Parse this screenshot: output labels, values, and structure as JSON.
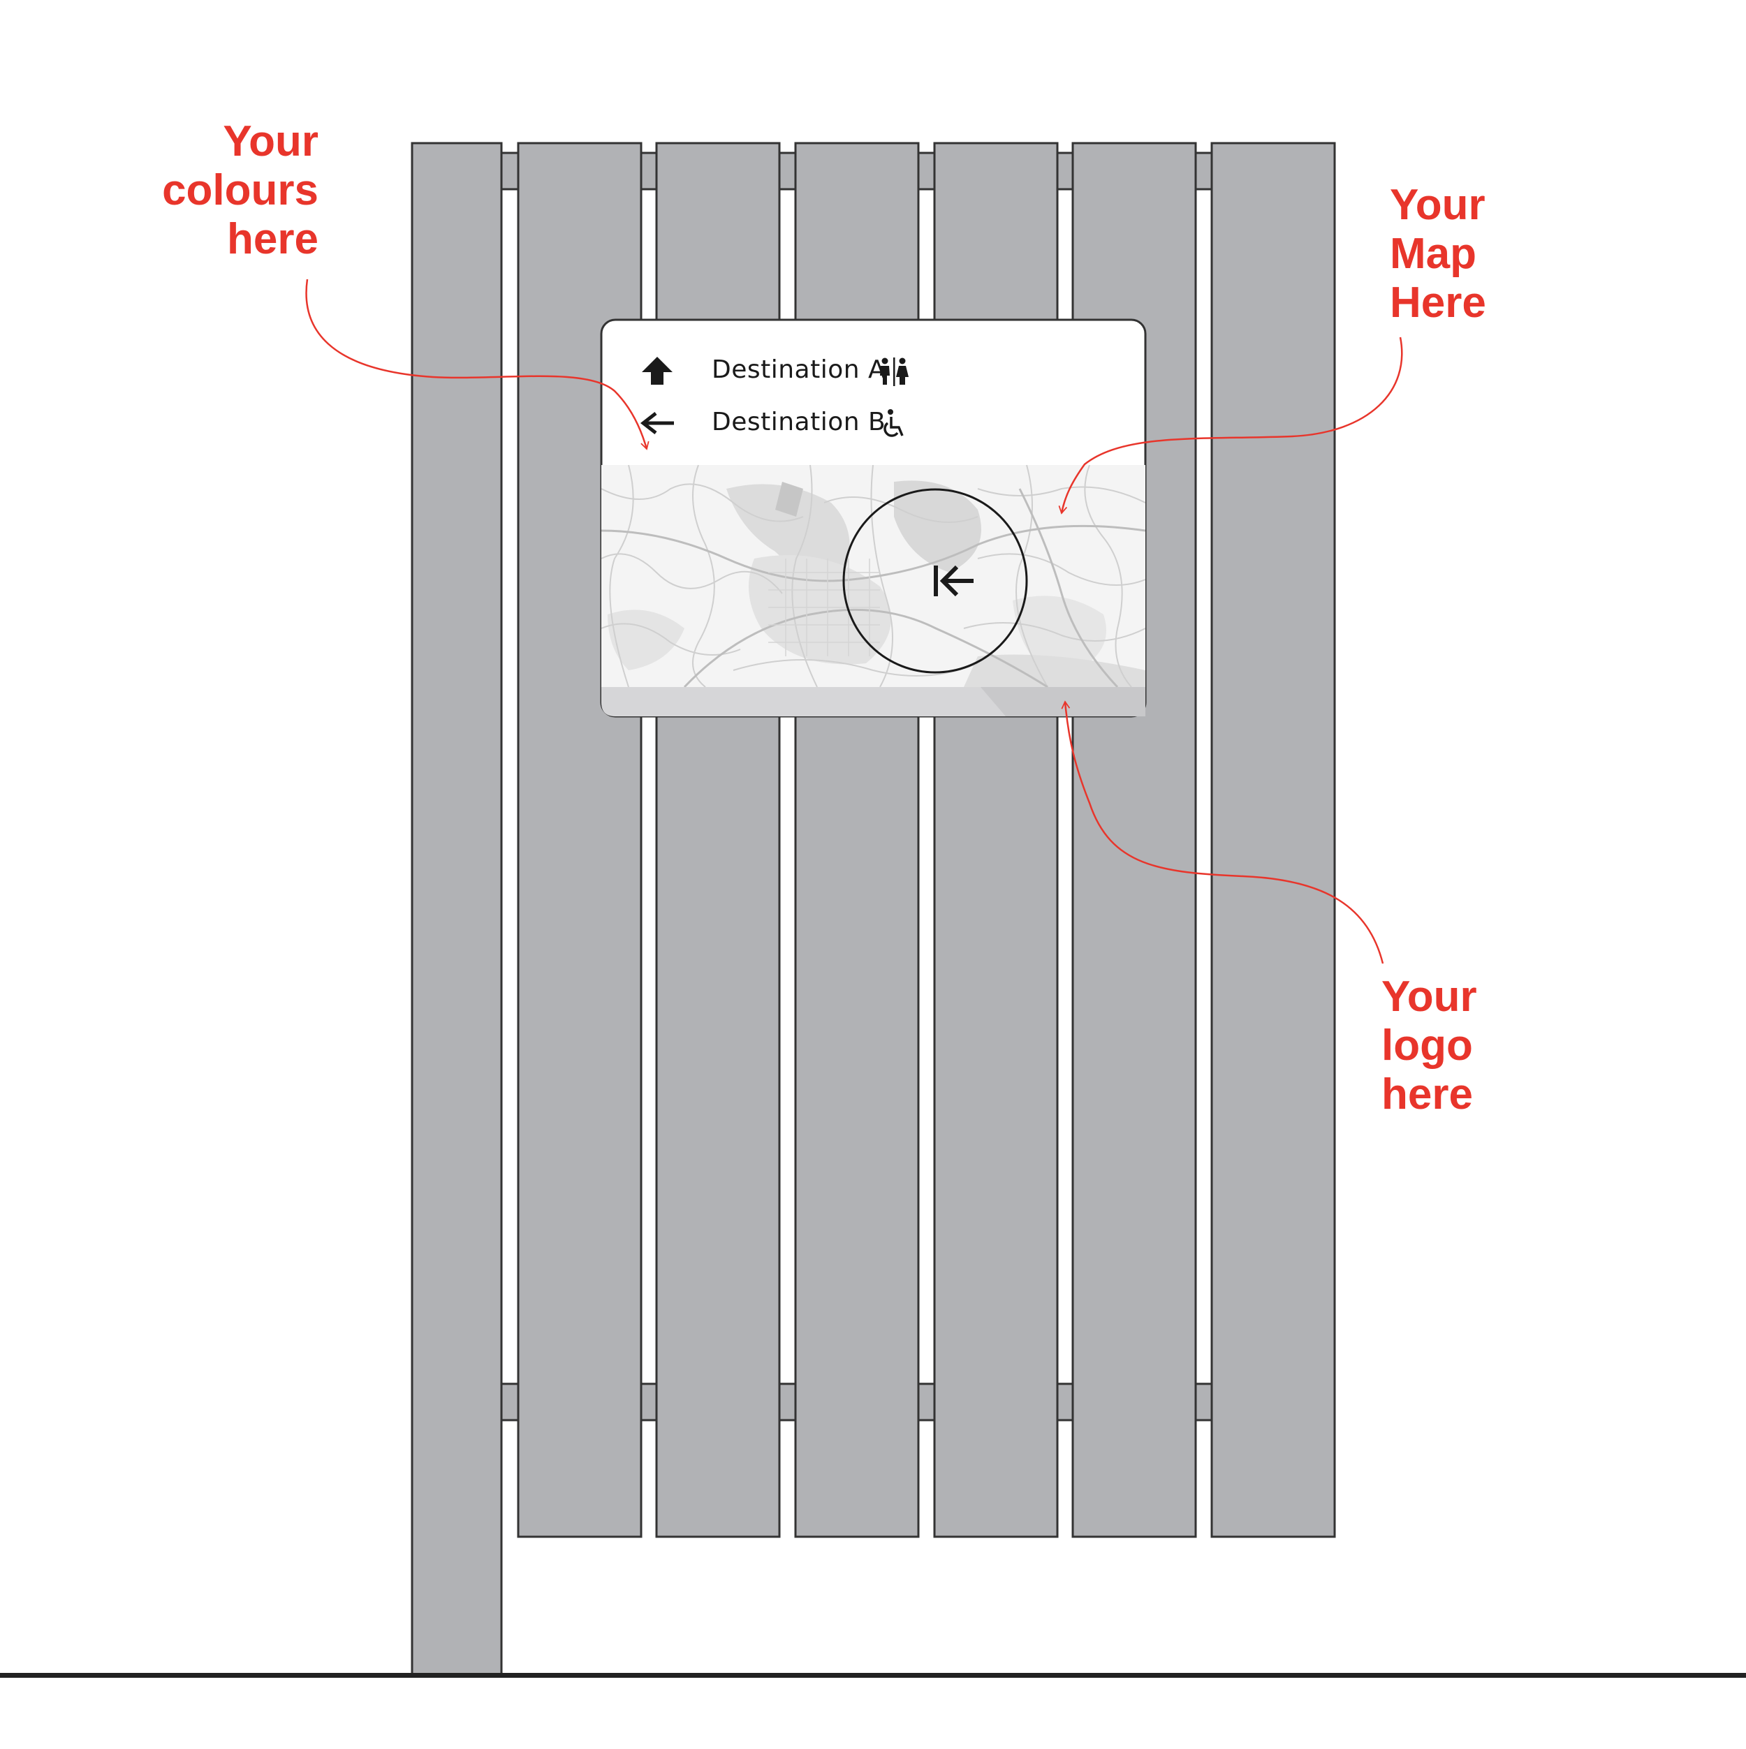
{
  "colors": {
    "accent": "#e8352b",
    "panel_fill": "#b1b2b5",
    "panel_stroke": "#333333",
    "sign_bg": "#ffffff",
    "map_bg": "#f3f3f3",
    "logo_strip": "#d6d6d8",
    "ground": "#222222",
    "ink": "#1a1a1a"
  },
  "annotations": {
    "colours": {
      "lines": [
        "Your",
        "colours",
        "here"
      ]
    },
    "map": {
      "lines": [
        "Your",
        "Map",
        "Here"
      ]
    },
    "logo": {
      "lines": [
        "Your",
        "logo",
        "here"
      ]
    }
  },
  "sign": {
    "rows": [
      {
        "arrow_icon": "arrow-up-icon",
        "label": "Destination A",
        "amenity_icon": "toilets-icon"
      },
      {
        "arrow_icon": "arrow-left-icon",
        "label": "Destination B",
        "amenity_icon": "wheelchair-icon"
      }
    ],
    "map": {
      "marker_icon": "you-are-here-arrow-icon"
    }
  }
}
